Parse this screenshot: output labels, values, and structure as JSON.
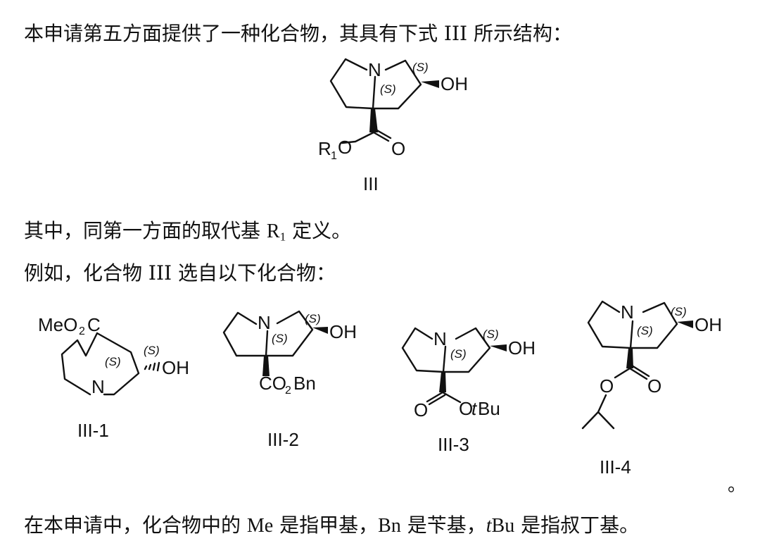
{
  "paragraphs": {
    "p1": "本申请第五方面提供了一种化合物，其具有下式 III 所示结构：",
    "p2_before": "其中，同第一方面的取代基 ",
    "p2_r": "R",
    "p2_sub": "1",
    "p2_after": " 定义。",
    "p3": "例如，化合物 III 选自以下化合物：",
    "p4_a": "在本申请中，化合物中的 ",
    "p4_me": "Me",
    "p4_b": " 是指甲基，",
    "p4_bn": "Bn",
    "p4_c": " 是苄基，",
    "p4_t": "t",
    "p4_bu": "Bu",
    "p4_d": " 是指叔丁基。",
    "end_mark": "。"
  },
  "structures": {
    "main": {
      "label": "III",
      "n": "N",
      "stereo_top": "(S)",
      "stereo_center": "(S)",
      "oh": "OH",
      "r": "R",
      "r_sub": "1",
      "o_ester": "O",
      "o_carbonyl": "O"
    },
    "c1": {
      "label": "III-1",
      "ester_text": "MeO",
      "ester_sub": "2",
      "ester_c": "C",
      "stereo_center": "(S)",
      "stereo_top": "(S)",
      "oh": "OH",
      "n": "N"
    },
    "c2": {
      "label": "III-2",
      "n": "N",
      "stereo_top": "(S)",
      "stereo_center": "(S)",
      "oh": "OH",
      "co_text": "CO",
      "co_sub": "2",
      "bn": "Bn"
    },
    "c3": {
      "label": "III-3",
      "n": "N",
      "stereo_top": "(S)",
      "stereo_center": "(S)",
      "oh": "OH",
      "o_carbonyl": "O",
      "o_ester": "O",
      "t": "t",
      "bu": "Bu"
    },
    "c4": {
      "label": "III-4",
      "n": "N",
      "stereo_top": "(S)",
      "stereo_center": "(S)",
      "oh": "OH",
      "o_ester": "O",
      "o_carbonyl": "O"
    }
  }
}
